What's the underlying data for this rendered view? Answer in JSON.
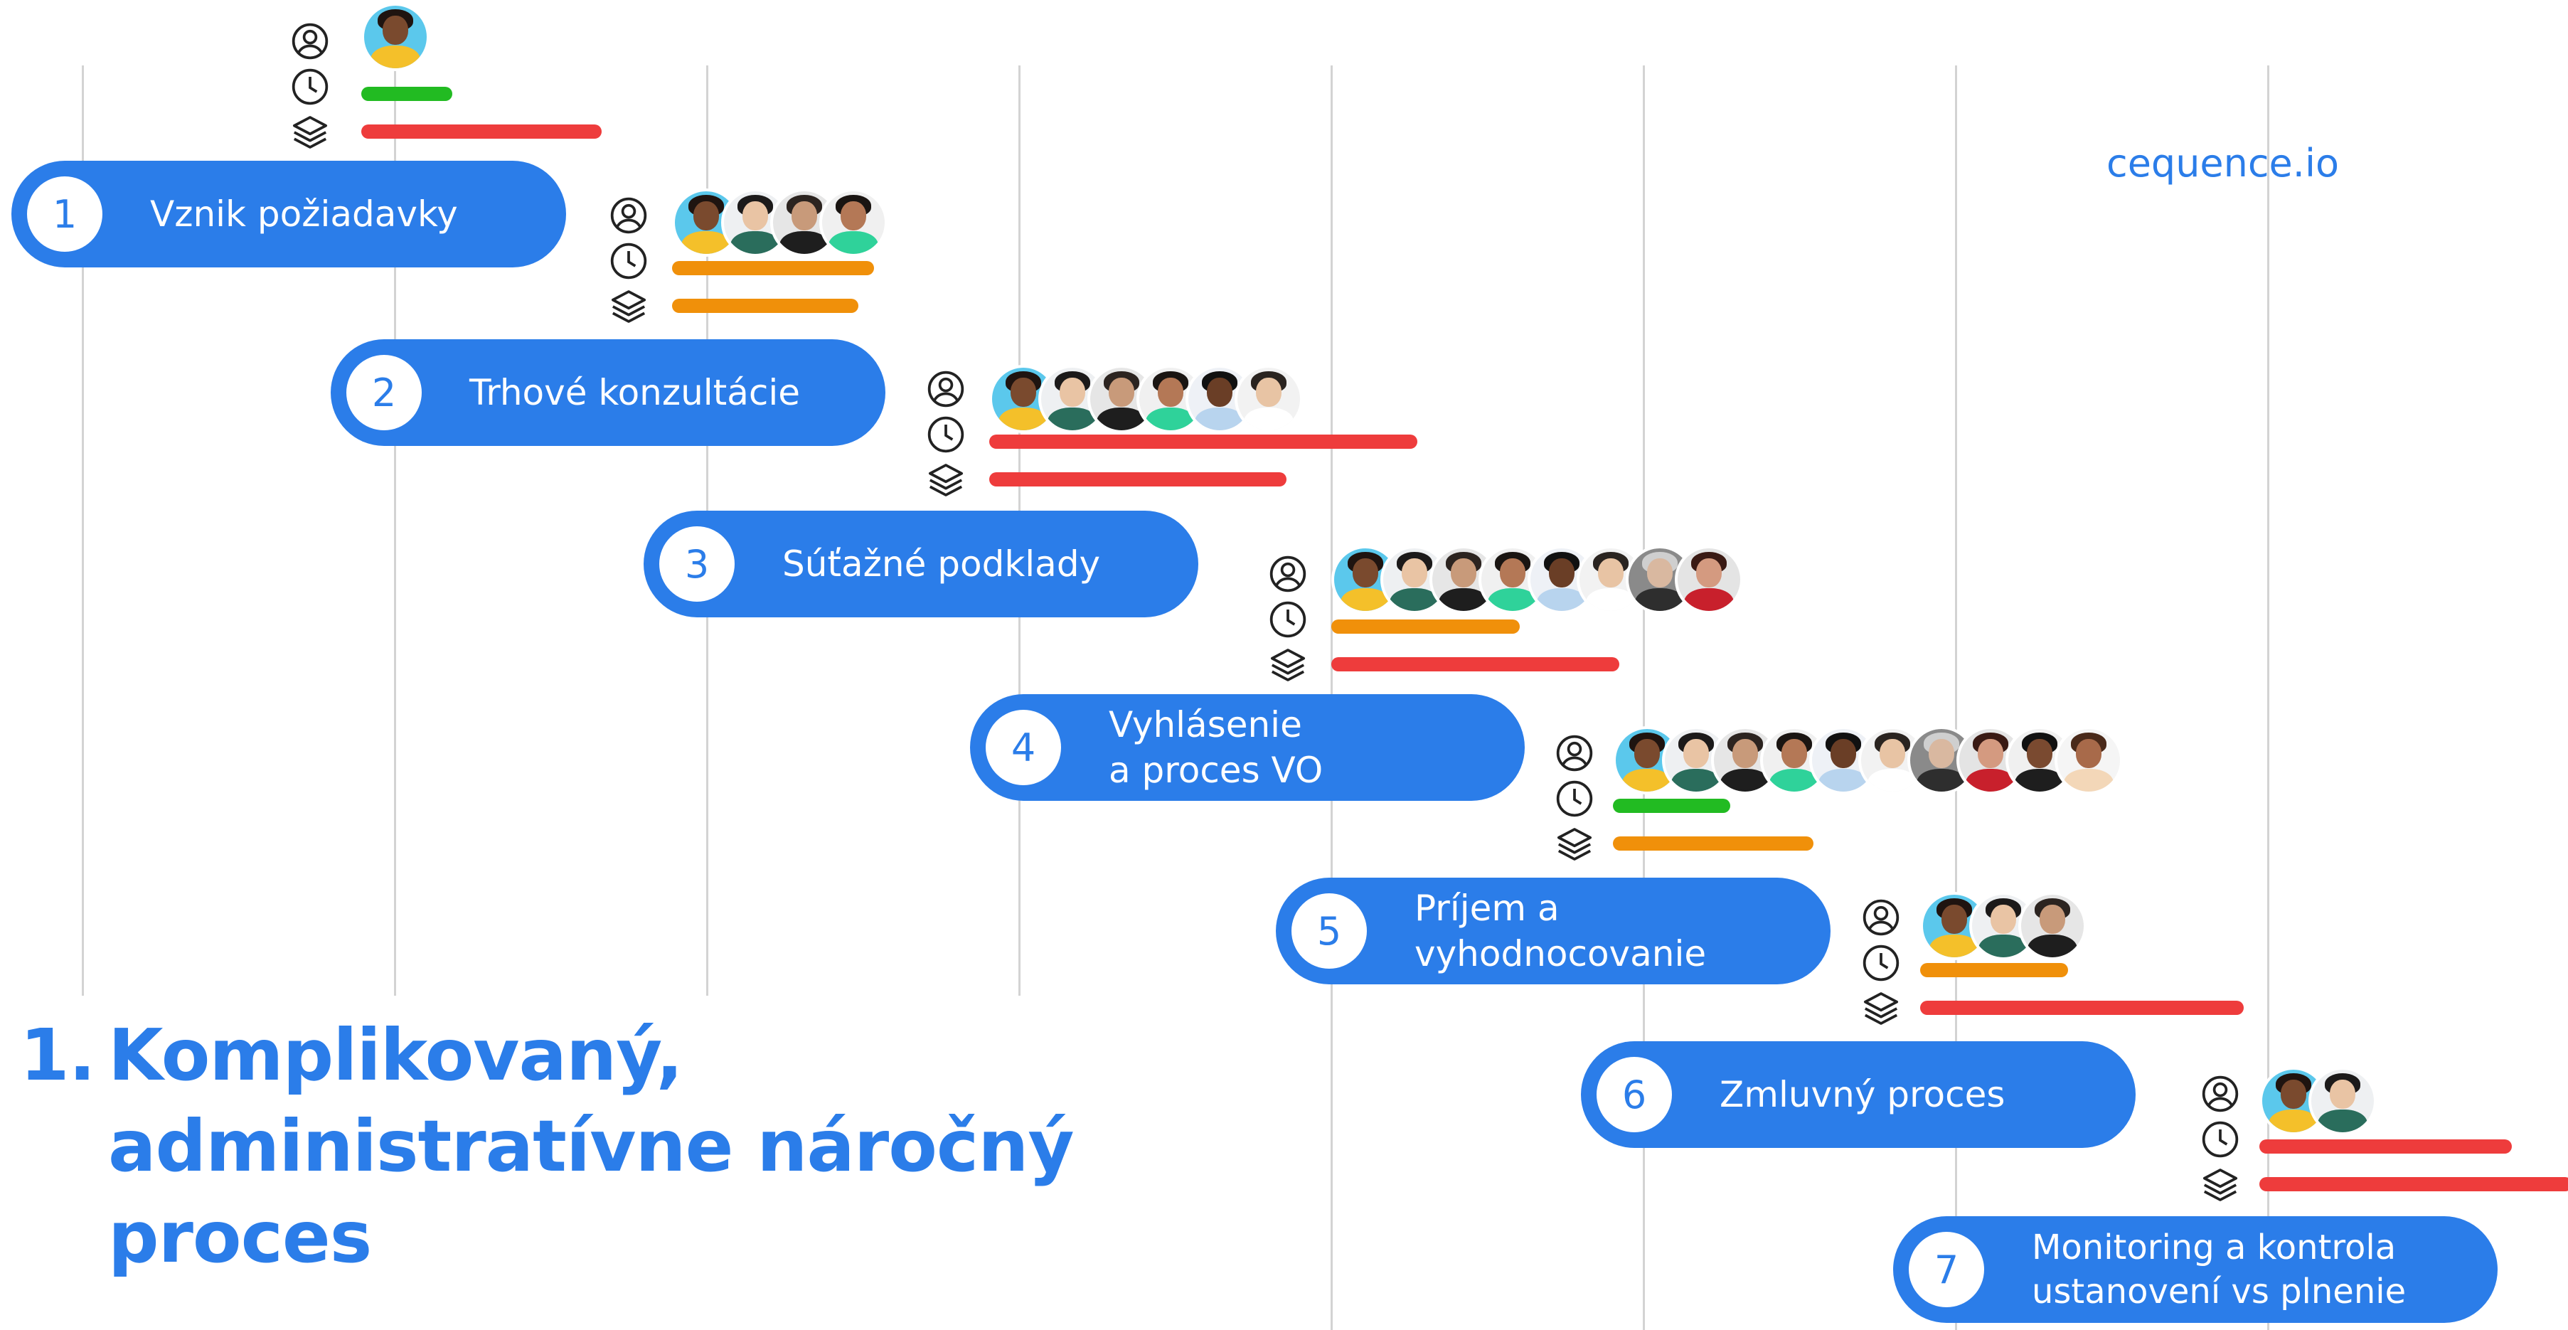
{
  "brand": "cequence.io",
  "title": {
    "number": "1.",
    "text": "Komplikovaný,\nadministratívne náročný\nproces"
  },
  "colors": {
    "accent": "#2b7de9",
    "bar_green": "#22bb22",
    "bar_orange": "#f0900a",
    "bar_red": "#ee3c3c",
    "gridline": "#d3d3d3"
  },
  "icons": [
    "person-icon",
    "clock-icon",
    "layers-icon"
  ],
  "steps": [
    {
      "number": "1",
      "label": "Vznik požiadavky",
      "people": 1,
      "time_bar": "green",
      "effort_bar": "red"
    },
    {
      "number": "2",
      "label": "Trhové konzultácie",
      "people": 4,
      "time_bar": "orange",
      "effort_bar": "orange"
    },
    {
      "number": "3",
      "label": "Súťažné podklady",
      "people": 6,
      "time_bar": "red",
      "effort_bar": "red"
    },
    {
      "number": "4",
      "label": "Vyhlásenie\na proces VO",
      "people": 8,
      "time_bar": "orange",
      "effort_bar": "red"
    },
    {
      "number": "5",
      "label": "Príjem a\nvyhodnocovanie",
      "people": 10,
      "time_bar": "green",
      "effort_bar": "orange"
    },
    {
      "number": "6",
      "label": "Zmluvný proces",
      "people": 3,
      "time_bar": "orange",
      "effort_bar": "red"
    },
    {
      "number": "7",
      "label": "Monitoring a kontrola\nustanovení vs plnenie",
      "people": 2,
      "time_bar": "red",
      "effort_bar": "red"
    }
  ]
}
